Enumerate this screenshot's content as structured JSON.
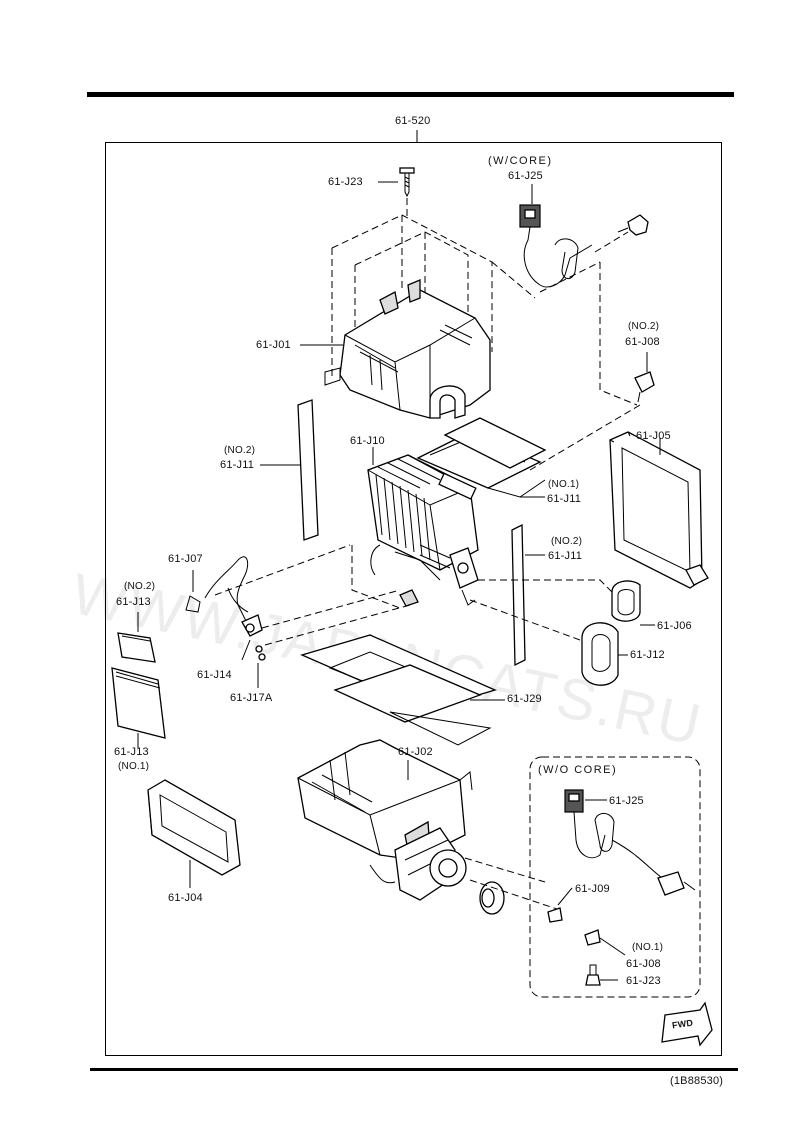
{
  "diagram_code": "(1B88530)",
  "assembly_ref": "61-520",
  "watermark": "WWW.JAPANCATS.RU",
  "groups": {
    "with_core": "(W/CORE)",
    "without_core": "(W/O CORE)"
  },
  "fwd_label": "FWD",
  "labels": {
    "j23_top": "61-J23",
    "j25_top": "61-J25",
    "j01": "61-J01",
    "j08_note": "(NO.2)",
    "j08": "61-J08",
    "j05": "61-J05",
    "j10": "61-J10",
    "j11_left_note": "(NO.2)",
    "j11_left": "61-J11",
    "j11_mid_note": "(NO.1)",
    "j11_mid": "61-J11",
    "j11_right_note": "(NO.2)",
    "j11_right": "61-J11",
    "j07": "61-J07",
    "j13_top_note": "(NO.2)",
    "j13_top": "61-J13",
    "j06": "61-J06",
    "j12": "61-J12",
    "j14": "61-J14",
    "j17a": "61-J17A",
    "j29": "61-J29",
    "j02": "61-J02",
    "j13_bot": "61-J13",
    "j13_bot_note": "(NO.1)",
    "j25_bot": "61-J25",
    "j04": "61-J04",
    "j09": "61-J09",
    "j08_bot_note": "(NO.1)",
    "j08_bot": "61-J08",
    "j23_bot": "61-J23"
  }
}
